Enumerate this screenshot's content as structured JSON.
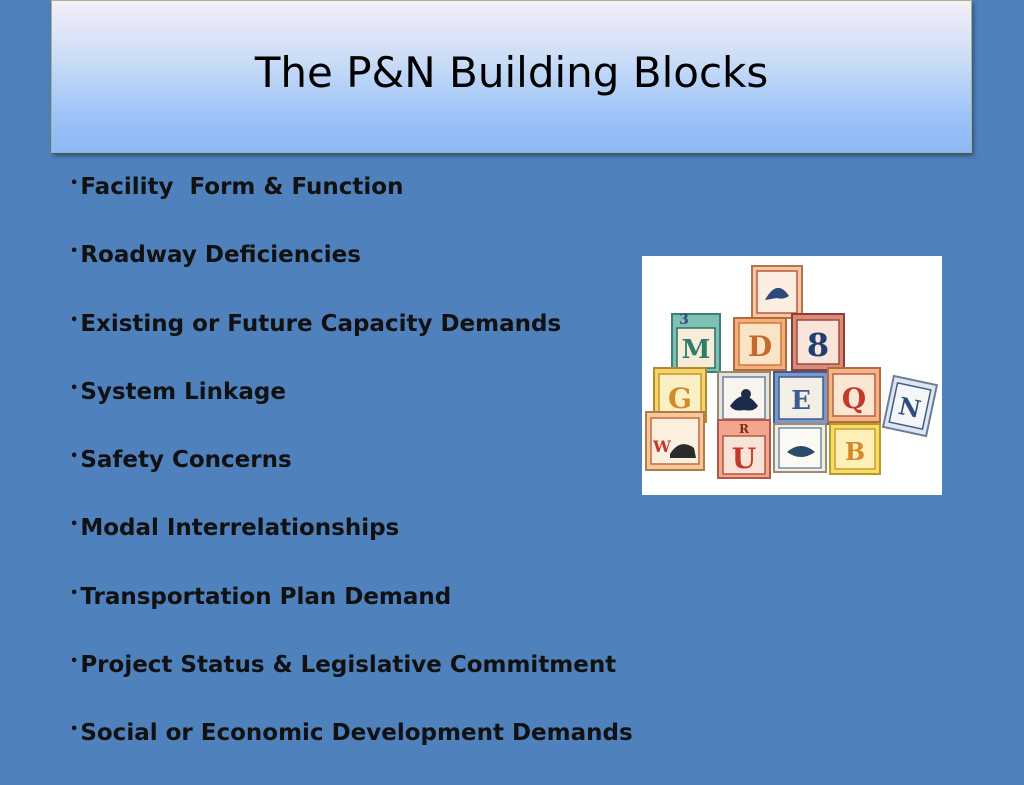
{
  "slide": {
    "title": "The P&N Building Blocks",
    "bullet_glyph": "•",
    "bullets": [
      "Facility  Form & Function",
      "Roadway Deficiencies",
      "Existing or Future Capacity Demands",
      "System Linkage",
      "Safety Concerns",
      "Modal Interrelationships",
      "Transportation Plan Demand",
      "Project Status & Legislative Commitment",
      "Social or Economic Development Demands"
    ]
  },
  "image": {
    "icon": "alphabet-blocks-illustration",
    "block_letters": [
      "3",
      "M",
      "D",
      "8",
      "G",
      "E",
      "Q",
      "W",
      "U",
      "B",
      "R",
      "N"
    ]
  }
}
